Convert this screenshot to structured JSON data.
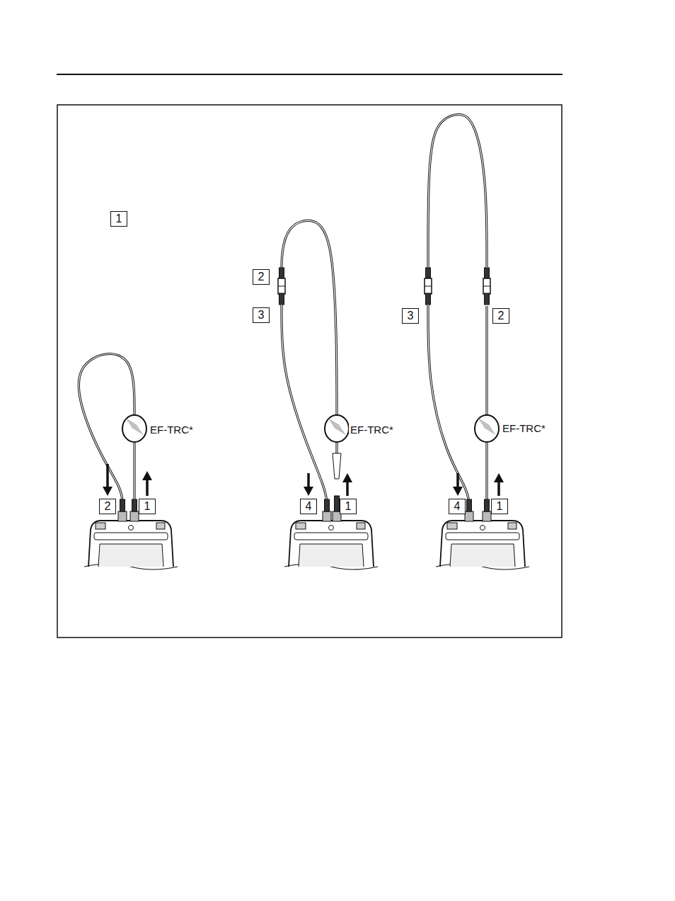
{
  "diagram": {
    "labels": [
      "1",
      "2",
      "3",
      "3",
      "2",
      "EF-TRC*",
      "EF-TRC*",
      "EF-TRC*",
      "2",
      "1",
      "4",
      "1",
      "4",
      "1"
    ]
  }
}
